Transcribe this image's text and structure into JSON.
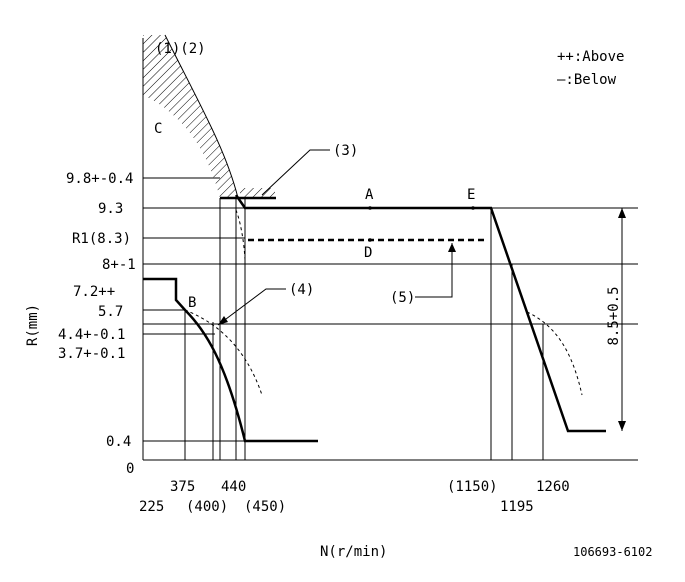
{
  "header": {
    "top_left": "(1)(2)",
    "legend_above": "++:Above",
    "legend_below": "—:Below"
  },
  "y_labels": {
    "y98": "9.8+-0.4",
    "y93": "9.3",
    "yR1": "R1(8.3)",
    "y8": "8+-1",
    "y72": "7.2++",
    "y57": "5.7",
    "y44": "4.4+-0.1",
    "y37": "3.7+-0.1",
    "y04": "0.4",
    "y0": "0"
  },
  "x_labels": {
    "x225": "225",
    "x375": "375",
    "x400": "(400)",
    "x440": "440",
    "x450": "(450)",
    "x1150": "(1150)",
    "x1195": "1195",
    "x1260": "1260"
  },
  "points": {
    "A": "A",
    "B": "B",
    "C": "C",
    "D": "D",
    "E": "E"
  },
  "callouts": {
    "c3": "(3)",
    "c4": "(4)",
    "c5": "(5)"
  },
  "axes": {
    "ylabel": "R(mm)",
    "xlabel": "N(r/min)"
  },
  "dimension": "8.5+0.5",
  "figure_code": "106693-6102"
}
